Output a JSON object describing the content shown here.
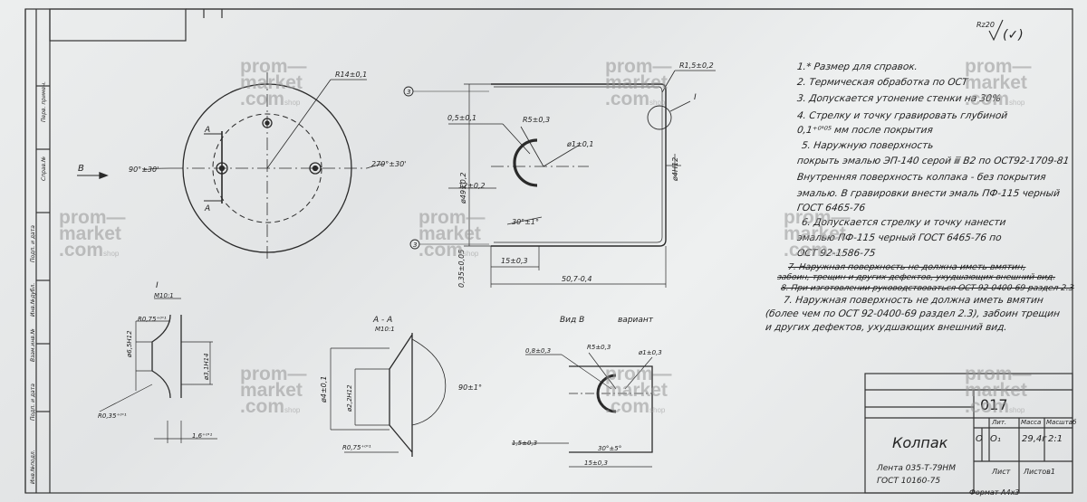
{
  "roughness": {
    "symbol": "Rz20",
    "tail": "(✓)"
  },
  "notes": [
    "1.* Размер для справок.",
    "2. Термическая обработка по ОСТ",
    "3. Допускается утонение стенки на 30%",
    "4. Стрелку и точку гравировать глубиной",
    "0,1⁺⁰'⁰⁵ мм после покрытия",
    "5. Наружную поверхность",
    "покрыть эмалью ЭП-140 серой ⅲ В2 по ОСТ92-1709-81",
    "Внутренняя поверхность колпака - без покрытия",
    "эмалью. В гравировки внести эмаль ПФ-115 черный",
    "ГОСТ 6465-76",
    "6. Допускается стрелку и точку нанести",
    "эмалью ПФ-115 черный ГОСТ 6465-76 по",
    "ОСТ 92-1586-75",
    "7. Наружная поверхность не должна иметь вмятин,",
    "забоин, трещин и других дефектов, ухудшающих внешний вид.",
    "8. При изготовлении руководствоваться ОСТ 92-0400-69 раздел 2.3",
    "7. Наружная поверхность не должна иметь вмятин",
    "(более чем по ОСТ 92-0400-69 раздел 2.3), забоин трещин",
    "и других дефектов, ухудшающих внешний вид."
  ],
  "dims": {
    "r14": "R14±0,1",
    "angle90": "90°±30'",
    "angle270": "270°±30'",
    "a_mark": "А",
    "b_mark": "В",
    "r15": "R1,5±0,2",
    "d05": "0,5±0,1",
    "r5": "R5±0,3",
    "d1": "ø1±0,1",
    "dia49": "ø49±0,2",
    "d12": "12±0,2",
    "ang30": "30°±1°",
    "d035": "0,35±0,05",
    "d15": "15±0,3",
    "d507": "50,7-0,4",
    "d4h12": "ø4H12",
    "view_I": "I",
    "view_I_scale": "M10:1",
    "view_I_mark": "I",
    "r075a": "R0,75⁺⁰'¹",
    "d65": "ø6,5H12",
    "d31": "ø3,1H14",
    "r035": "R0,35⁺⁰'¹",
    "d16": "1,6⁺⁰'¹",
    "viewA": "А - А",
    "viewA_scale": "М10:1",
    "d4": "ø4±0,1",
    "d2h12": "ø2,2H12",
    "ang90": "90±1°",
    "r075b": "R0,75⁺⁰'¹",
    "viewB": "Вид В",
    "variant": "вариант",
    "d08": "0,8±0,3",
    "r53": "R5±0,3",
    "d1b": "ø1±0,3",
    "d15b": "1,5±0,3",
    "ang30b": "30°±5°",
    "d153": "15±0,3",
    "circle3": "3"
  },
  "title_block": {
    "doc_no": "017",
    "name": "Колпак",
    "material_1": "Лента 035-Т-79НМ",
    "material_2": "ГОСТ 10160-75",
    "col_lit": "Лит.",
    "col_mass": "Масса",
    "col_scale": "Масштаб",
    "mass": "29,4г",
    "scale": "2:1",
    "lit_1": "О",
    "lit_2": "О₁",
    "sheet": "Лист",
    "sheets": "Листов1",
    "format": "Формат А4х3"
  },
  "side_labels": [
    "Инв.№подл.",
    "Подп. и дата",
    "Взам.инв.№",
    "Инв.№дубл.",
    "Подп. и дата",
    "Справ.№",
    "Перв. примен."
  ],
  "watermark": {
    "l1": "prom—",
    "l2": "market",
    ".": ".com",
    "shop": "shop"
  }
}
